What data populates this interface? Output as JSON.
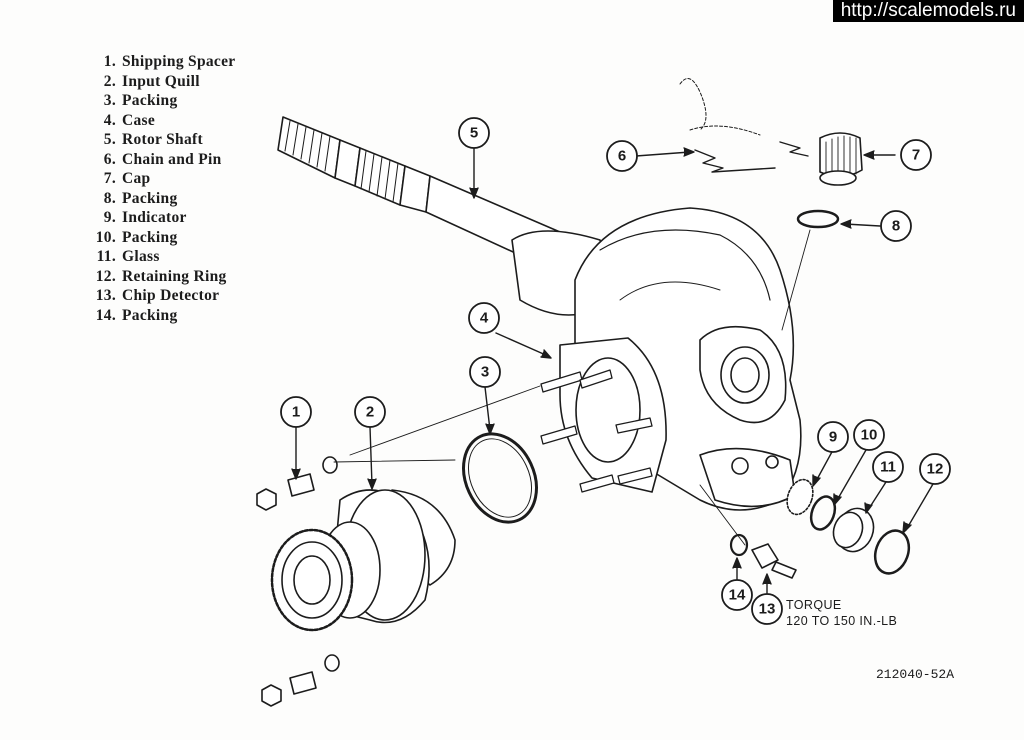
{
  "watermark": "http://scalemodels.ru",
  "legend": [
    {
      "num": "1.",
      "label": "Shipping Spacer"
    },
    {
      "num": "2.",
      "label": "Input Quill"
    },
    {
      "num": "3.",
      "label": "Packing"
    },
    {
      "num": "4.",
      "label": "Case"
    },
    {
      "num": "5.",
      "label": "Rotor Shaft"
    },
    {
      "num": "6.",
      "label": "Chain and Pin"
    },
    {
      "num": "7.",
      "label": "Cap"
    },
    {
      "num": "8.",
      "label": "Packing"
    },
    {
      "num": "9.",
      "label": "Indicator"
    },
    {
      "num": "10.",
      "label": "Packing"
    },
    {
      "num": "11.",
      "label": "Glass"
    },
    {
      "num": "12.",
      "label": "Retaining Ring"
    },
    {
      "num": "13.",
      "label": "Chip Detector"
    },
    {
      "num": "14.",
      "label": "Packing"
    }
  ],
  "callouts": [
    "1",
    "2",
    "3",
    "4",
    "5",
    "6",
    "7",
    "8",
    "9",
    "10",
    "11",
    "12",
    "13",
    "14"
  ],
  "torque_note": {
    "line1": "TORQUE",
    "line2": "120 TO 150 IN.-LB"
  },
  "figure_number": "212040-52A"
}
